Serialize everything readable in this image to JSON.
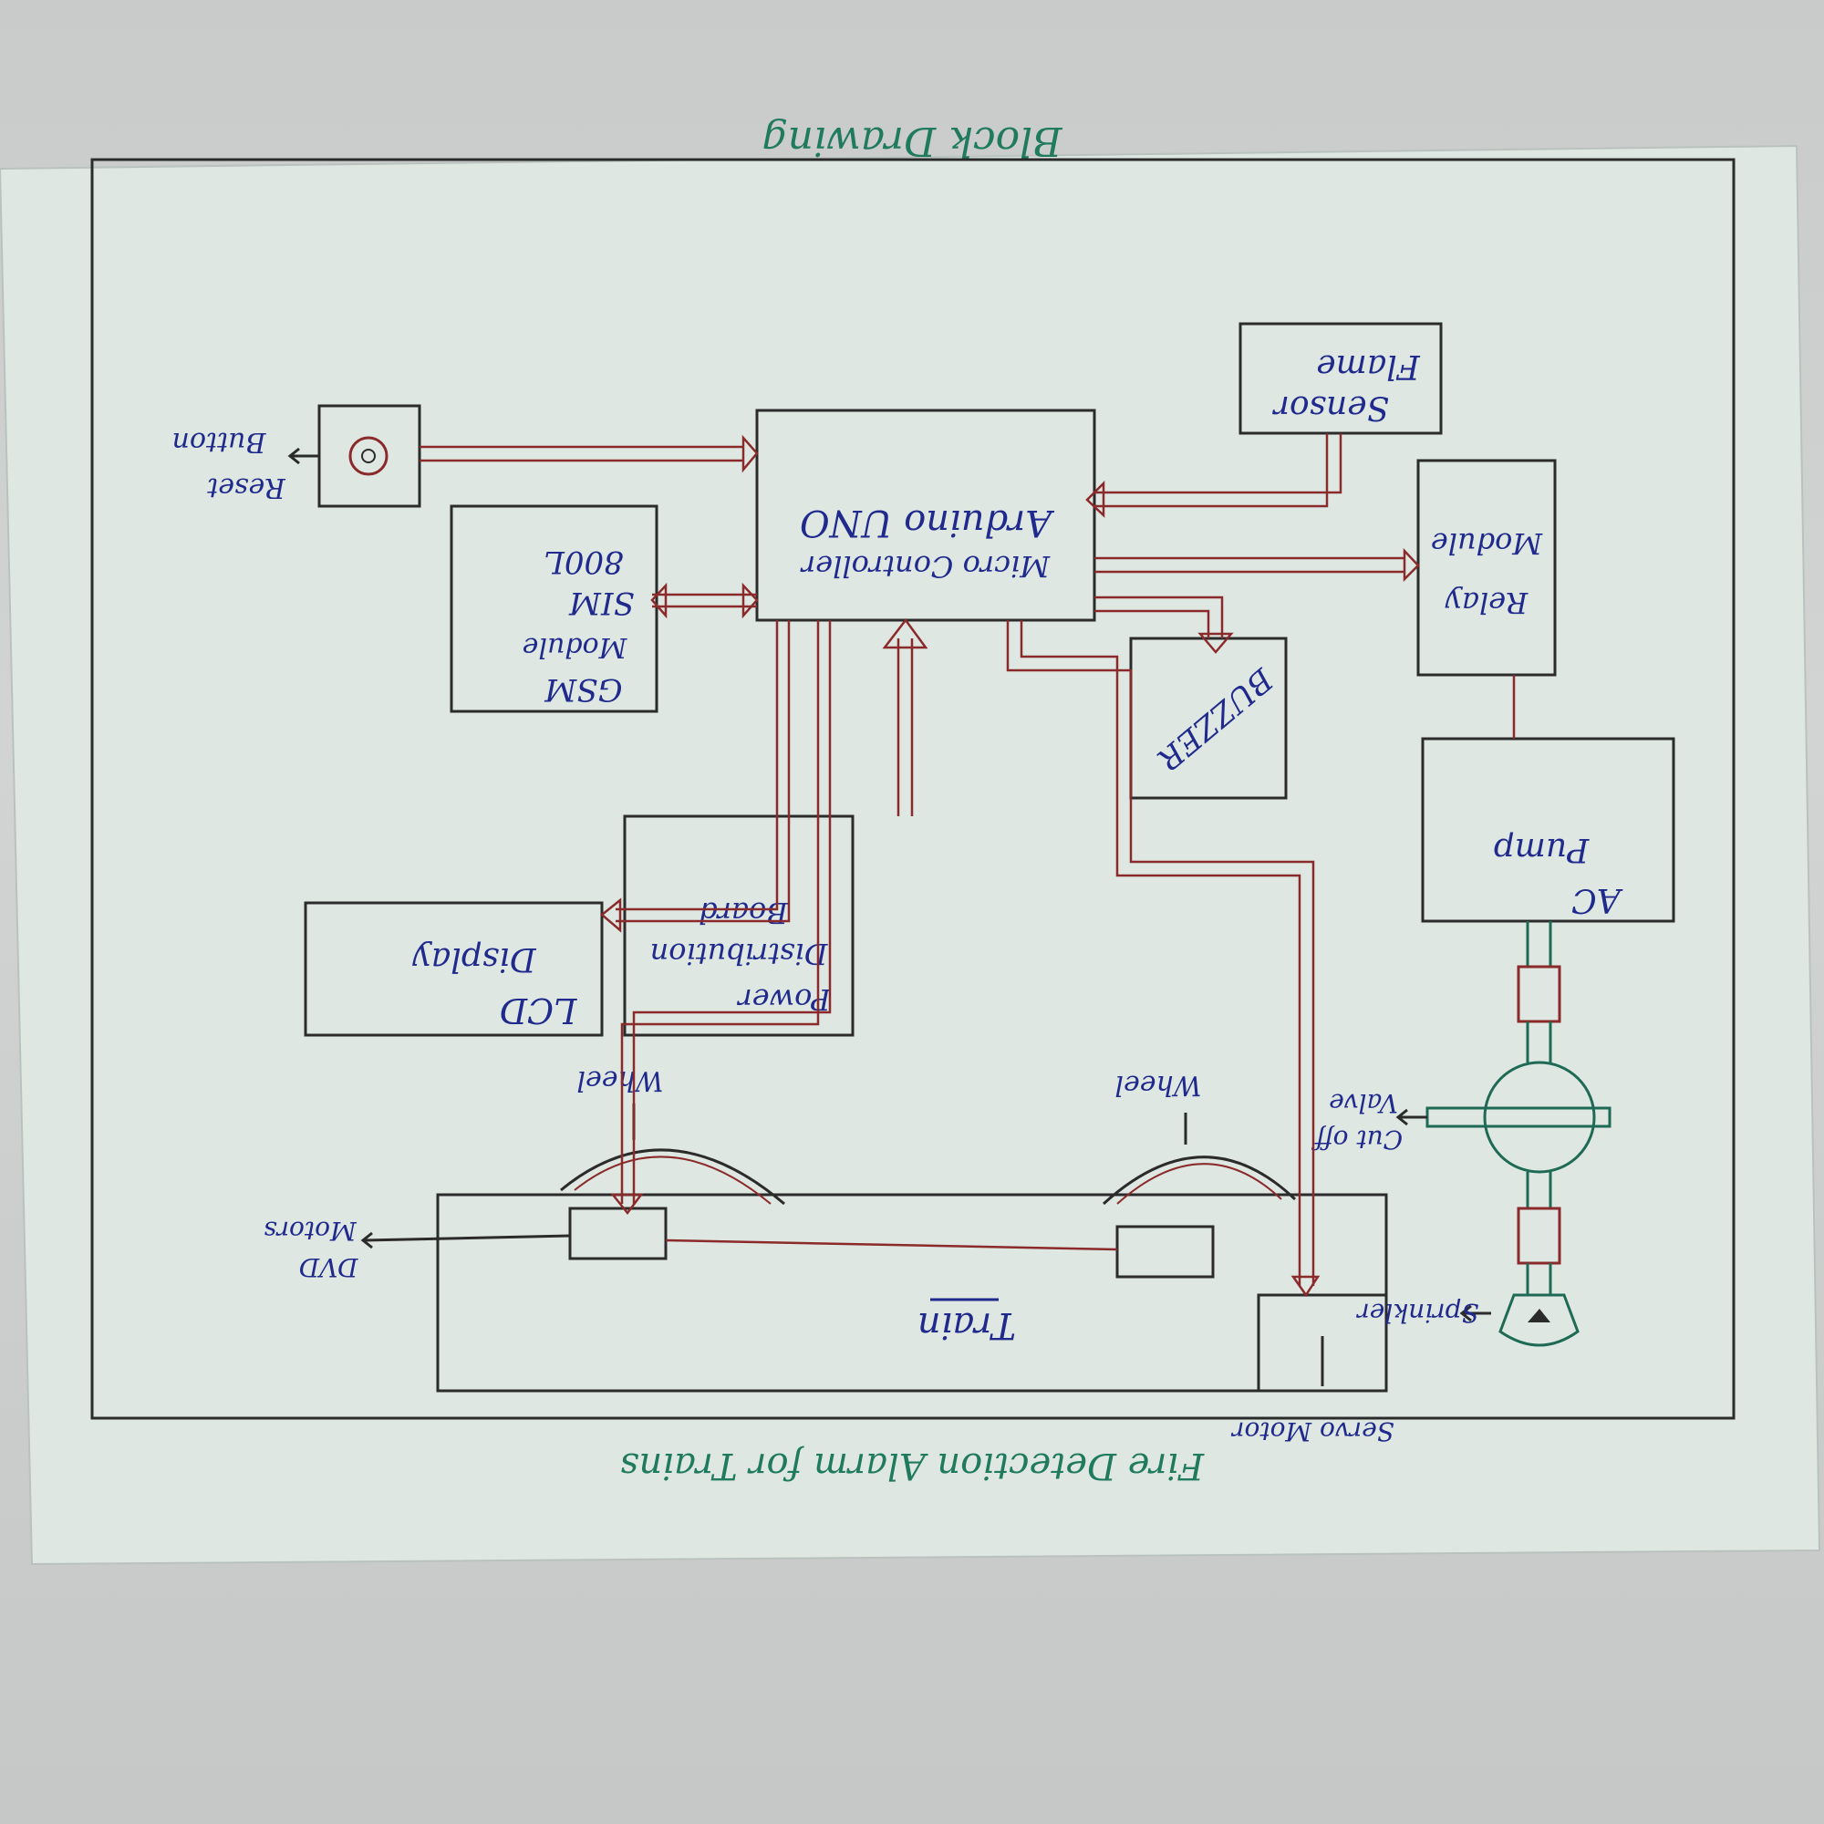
{
  "title": "Block Drawing",
  "caption": "Fire Detection Alarm for Trains",
  "blocks": {
    "arduino": {
      "line1": "Arduino UNO",
      "line2": "Micro Controller"
    },
    "flame": {
      "line1": "Flame",
      "line2": "Sensor"
    },
    "relay": {
      "line1": "Relay",
      "line2": "Module"
    },
    "buzzer": {
      "line1": "BUZZER"
    },
    "ac_pump": {
      "line1": "AC",
      "line2": "Pump"
    },
    "gsm": {
      "line1": "GSM",
      "line2": "Module",
      "line3": "SIM",
      "line4": "800L"
    },
    "power": {
      "line1": "Power",
      "line2": "Distribution",
      "line3": "Board"
    },
    "lcd": {
      "line1": "LCD",
      "line2": "Display"
    },
    "train": {
      "line1": "Train"
    }
  },
  "labels": {
    "reset_button": [
      "Reset",
      "Button"
    ],
    "wheel_left": "Wheel",
    "wheel_right": "Wheel",
    "dvd_motors": [
      "DVD",
      "Motors"
    ],
    "servo_motor": "Servo Motor",
    "sprinkler": "Sprinkler",
    "cutoff_valve": [
      "Cut off",
      "Valve"
    ]
  },
  "colors": {
    "ink_blue": "#1f2a8c",
    "ink_green": "#1f7a5e",
    "ink_red": "#8b2a2a",
    "ink_black": "#2b2b2b",
    "paper": "#dfe7e3"
  }
}
